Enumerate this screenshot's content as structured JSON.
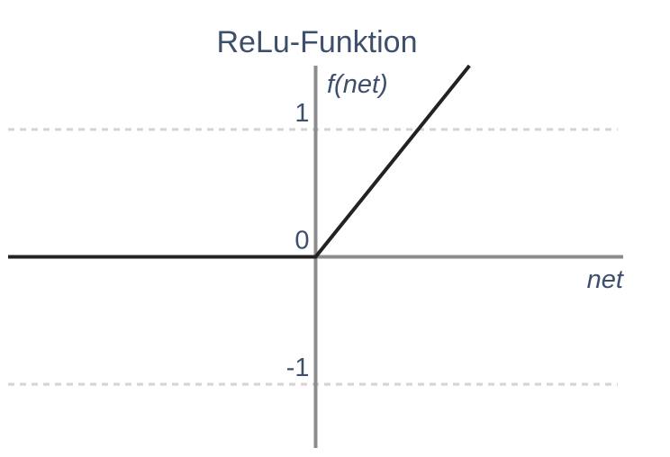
{
  "chart_data": {
    "type": "line",
    "title": "ReLu-Funktion",
    "xlabel": "net",
    "ylabel": "f(net)",
    "xlim": [
      -3.0,
      3.0
    ],
    "ylim": [
      -1.5,
      1.5
    ],
    "yticks": [
      {
        "value": 1,
        "label": "1"
      },
      {
        "value": 0,
        "label": "0"
      },
      {
        "value": -1,
        "label": "-1"
      }
    ],
    "reference_lines": [
      1,
      -1
    ],
    "grid": false,
    "legend": "none",
    "series": [
      {
        "x": [
          -3.0,
          0.0,
          1.5
        ],
        "y": [
          0.0,
          0.0,
          1.5
        ]
      }
    ],
    "colors": {
      "text": "#3e4f6b",
      "axis": "#8c8c8c",
      "line": "#222222",
      "reference": "#d4d4d4"
    }
  }
}
